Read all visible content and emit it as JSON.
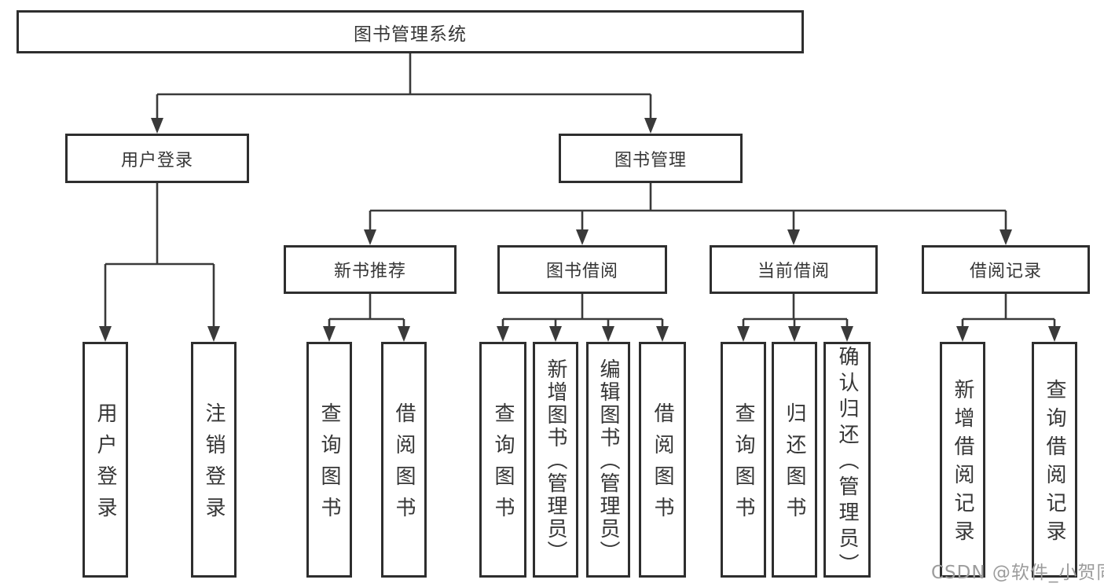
{
  "diagram": {
    "title": "图书管理系统",
    "nodes": {
      "root": "图书管理系统",
      "user_login": "用户登录",
      "book_management": "图书管理",
      "new_book_recommend": "新书推荐",
      "book_borrow": "图书借阅",
      "current_borrow": "当前借阅",
      "borrow_records": "借阅记录",
      "user_login_leaf": "用户登录",
      "logout_leaf": "注销登录",
      "recommend_query_books": "查询图书",
      "recommend_borrow_books": "借阅图书",
      "borrow_query_books": "查询图书",
      "borrow_add_books_admin": "新增图书（管理员）",
      "borrow_edit_books_admin": "编辑图书（管理员）",
      "borrow_borrow_books": "借阅图书",
      "current_query_books": "查询图书",
      "current_return_books": "归还图书",
      "current_confirm_return_admin": "确认归还（管理员）",
      "records_add_record": "新增借阅记录",
      "records_query_record": "查询借阅记录"
    },
    "edges": [
      [
        "图书管理系统",
        "用户登录"
      ],
      [
        "图书管理系统",
        "图书管理"
      ],
      [
        "用户登录",
        "用户登录(叶)"
      ],
      [
        "用户登录",
        "注销登录"
      ],
      [
        "图书管理",
        "新书推荐"
      ],
      [
        "图书管理",
        "图书借阅"
      ],
      [
        "图书管理",
        "当前借阅"
      ],
      [
        "图书管理",
        "借阅记录"
      ],
      [
        "新书推荐",
        "查询图书"
      ],
      [
        "新书推荐",
        "借阅图书"
      ],
      [
        "图书借阅",
        "查询图书"
      ],
      [
        "图书借阅",
        "新增图书（管理员）"
      ],
      [
        "图书借阅",
        "编辑图书（管理员）"
      ],
      [
        "图书借阅",
        "借阅图书"
      ],
      [
        "当前借阅",
        "查询图书"
      ],
      [
        "当前借阅",
        "归还图书"
      ],
      [
        "当前借阅",
        "确认归还（管理员）"
      ],
      [
        "借阅记录",
        "新增借阅记录"
      ],
      [
        "借阅记录",
        "查询借阅记录"
      ]
    ]
  },
  "watermark": "CSDN @软件_小贺同学",
  "colors": {
    "line": "#3a3a3a",
    "border": "#2e2e2e",
    "text": "#363636",
    "watermark": "#9c9c9c",
    "background": "#ffffff"
  }
}
